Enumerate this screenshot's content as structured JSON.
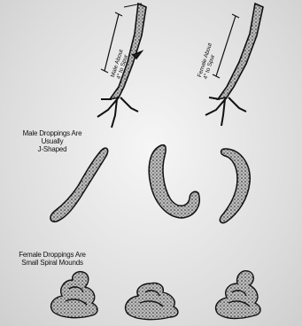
{
  "labels": {
    "male_leg_line1": "Male About",
    "male_leg_line2": "4\" to Spur",
    "female_leg_line1": "Female About",
    "female_leg_line2": "4\" to Spur",
    "male_droppings_line1": "Male Droppings Are",
    "male_droppings_line2": "Usually",
    "male_droppings_line3": "J-Shaped",
    "female_droppings_line1": "Female Droppings Are",
    "female_droppings_line2": "Small Spiral Mounds"
  }
}
